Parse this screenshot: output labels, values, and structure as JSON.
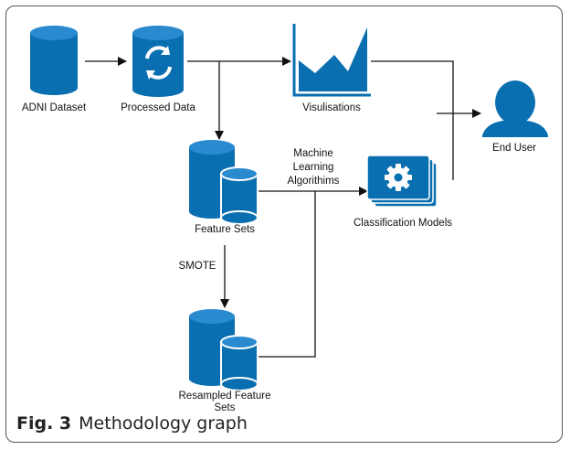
{
  "nodes": {
    "adni": "ADNI Dataset",
    "processed": "Processed Data",
    "visualisations": "Visulisations",
    "end_user": "End User",
    "feature_sets": "Feature Sets",
    "ml_line1": "Machine",
    "ml_line2": "Learning",
    "ml_line3": "Algorithims",
    "classification": "Classification Models",
    "smote": "SMOTE",
    "resampled_line1": "Resampled Feature",
    "resampled_line2": "Sets"
  },
  "caption": {
    "label": "Fig. 3",
    "text": "Methodology graph"
  },
  "colors": {
    "accent": "#0a6fb0",
    "line": "#111111"
  }
}
